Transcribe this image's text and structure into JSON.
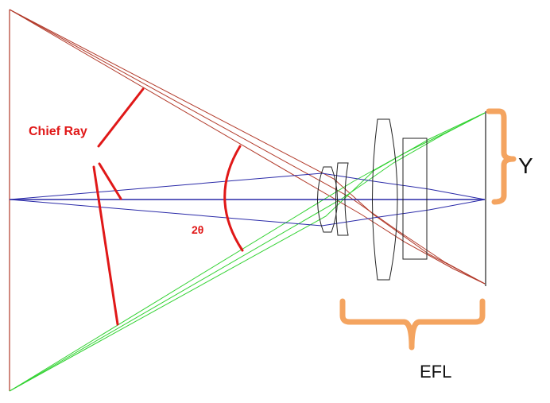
{
  "labels": {
    "chief_ray": "Chief Ray",
    "angle": "2θ",
    "image_height": "Y",
    "focal_length": "EFL"
  },
  "colors": {
    "red_ray": "#b23a2a",
    "green_ray": "#32d232",
    "blue_ray": "#2a2aa8",
    "annotation_red": "#e01818",
    "bracket_orange": "#f4a460",
    "lens_outline": "#222222"
  }
}
